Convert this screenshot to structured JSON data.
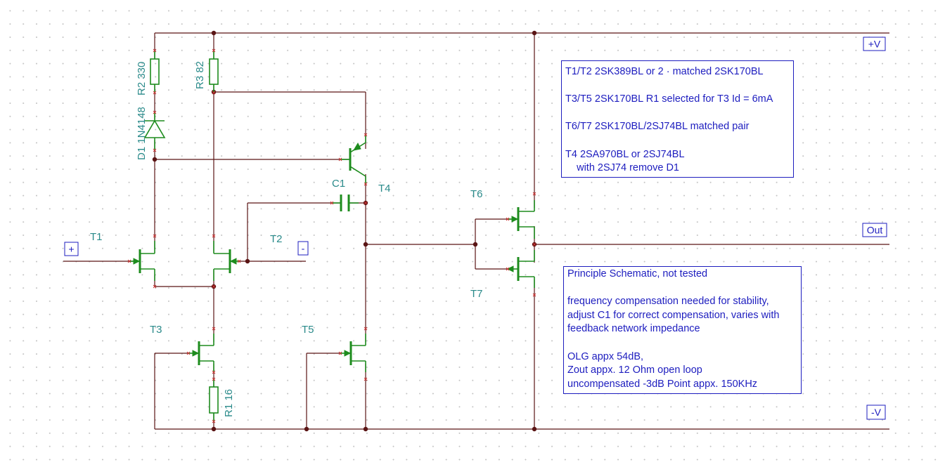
{
  "nets": {
    "vplus": "+V",
    "vminus": "-V",
    "out": "Out",
    "in_plus": "+",
    "in_minus": "-"
  },
  "components": {
    "t1": "T1",
    "t2": "T2",
    "t3": "T3",
    "t4": "T4",
    "t5": "T5",
    "t6": "T6",
    "t7": "T7",
    "c1": "C1",
    "r1": "R1 16",
    "r2": "R2 330",
    "r3": "R3 82",
    "d1": "D1 1N4148"
  },
  "notes": {
    "parts": [
      "T1/T2 2SK389BL or 2 · matched 2SK170BL",
      "",
      "T3/T5 2SK170BL R1 selected for T3 Id = 6mA",
      "",
      "T6/T7 2SK170BL/2SJ74BL matched pair",
      "",
      "T4 2SA970BL or 2SJ74BL",
      "    with 2SJ74 remove D1"
    ],
    "info": [
      "Principle Schematic, not tested",
      "",
      "frequency compensation needed for stability,",
      "adjust C1 for correct compensation, varies with",
      "feedback network impedance",
      "",
      "OLG appx 54dB,",
      "Zout appx. 12 Ohm open loop",
      "uncompensated -3dB Point appx. 150KHz"
    ]
  },
  "colors": {
    "wire": "#5a1414",
    "component": "#1e8c1e",
    "label": "#2a8a8a",
    "note": "#1d1dbf",
    "pin": "#cc3333"
  }
}
